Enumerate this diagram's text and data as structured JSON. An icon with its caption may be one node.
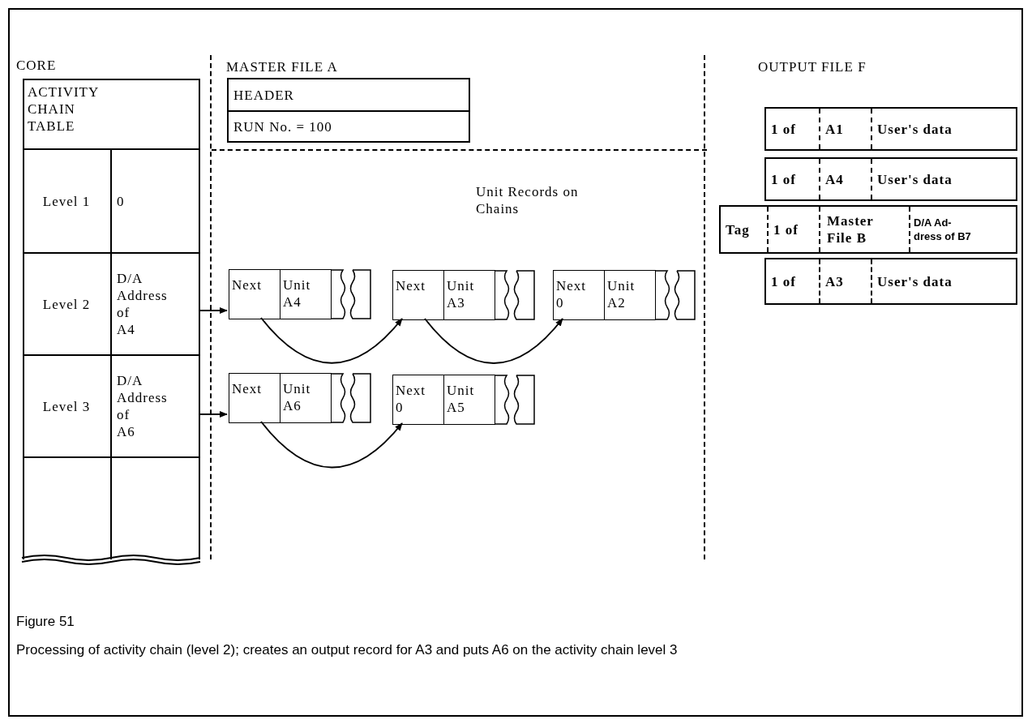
{
  "diagram": {
    "caption": "Processing of activity chain (level 2); creates an output record for A3 and puts A6 on the activity chain level 3",
    "nodes": [
      {
        "text": [
          "CORE",
          "ACTIVITY CHAIN TABLE"
        ]
      },
      {
        "text": [
          "Level 1"
        ],
        "in": 0
      },
      {
        "text": [
          "0"
        ],
        "in": 0
      },
      {
        "text": [
          "Level 2"
        ],
        "in": 0
      },
      {
        "text": [
          "D/A Address of A4"
        ],
        "in": 0
      },
      {
        "text": [
          "Level 3"
        ],
        "in": 0
      },
      {
        "text": [
          "D/A Address of A6"
        ],
        "in": 0
      },
      {
        "text": [],
        "shape": "box",
        "in": 0
      },
      {
        "text": [],
        "shape": "box",
        "in": 0
      },
      {
        "text": [
          "MASTER FILE A"
        ]
      },
      {
        "text": [
          "HEADER",
          "RUN No. = 100"
        ],
        "in": 9
      },
      {
        "text": [
          "Unit Records on Chains"
        ],
        "in": 9
      },
      {
        "text": [
          "Next",
          "Unit A4"
        ],
        "in": 11
      },
      {
        "text": [
          "Next",
          "Unit A3"
        ],
        "in": 11
      },
      {
        "text": [
          "Next 0",
          "Unit A2"
        ],
        "in": 11
      },
      {
        "text": [
          "Next",
          "Unit A6"
        ],
        "in": 11
      },
      {
        "text": [
          "Next 0",
          "Unit A5"
        ],
        "in": 11
      },
      {
        "text": [
          "OUTPUT FILE F"
        ]
      },
      {
        "text": [
          "1 of",
          "A1",
          "User's data"
        ],
        "in": 17
      },
      {
        "text": [
          "1 of",
          "A4",
          "User's data"
        ],
        "in": 17
      },
      {
        "text": [
          "Tag",
          "1 of",
          "Master File B",
          "D/A Ad- dress of B7"
        ],
        "in": 17
      },
      {
        "text": [
          "1 of",
          "A3",
          "User's data"
        ],
        "in": 17
      }
    ],
    "edges": [
      {
        "from": 4,
        "to": 12,
        "arrow": "to"
      },
      {
        "from": 6,
        "to": 15,
        "arrow": "to"
      },
      {
        "from": 12,
        "to": 13,
        "arrow": "to"
      },
      {
        "from": 13,
        "to": 14,
        "arrow": "to"
      },
      {
        "from": 15,
        "to": 16,
        "arrow": "to"
      }
    ],
    "labels": [
      "Figure 51"
    ]
  }
}
